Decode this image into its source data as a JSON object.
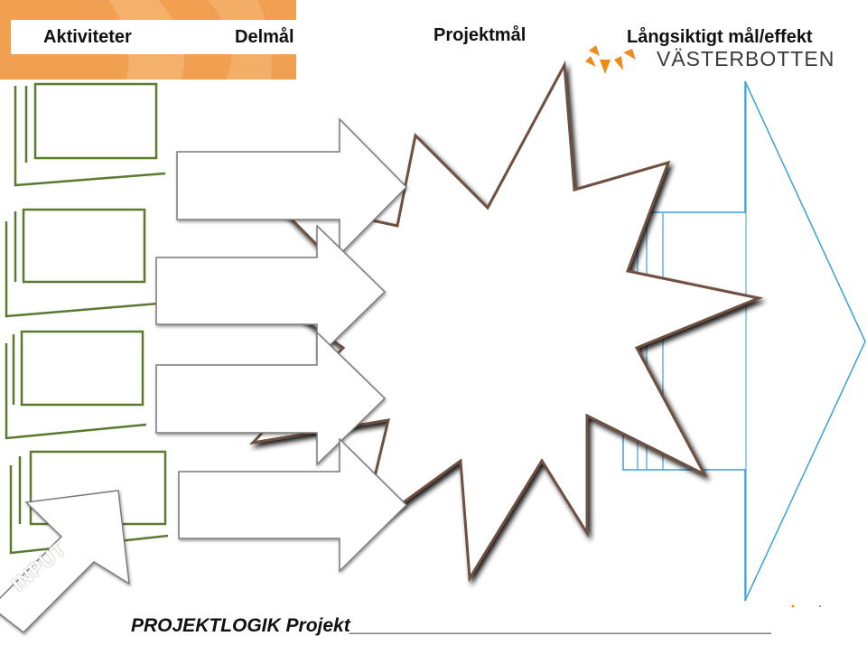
{
  "headers": {
    "aktiviteter": "Aktiviteter",
    "delmal": "Delmål",
    "projektmal": "Projektmål",
    "langsiktigt": "Långsiktigt mål/effekt"
  },
  "logo": {
    "text": "VÄSTERBOTTEN",
    "color": "#f08a1c"
  },
  "input_label": "INPUT",
  "footer": {
    "prefix": "PROJEKTLOGIK Projekt",
    "blank": "________________________________________"
  },
  "colors": {
    "orange": "#f0a050",
    "green": "#5a7a2e",
    "arrow_border": "#777777",
    "star_shadow": "#7a5a4a",
    "long_arrow": "#3aa0d8"
  }
}
